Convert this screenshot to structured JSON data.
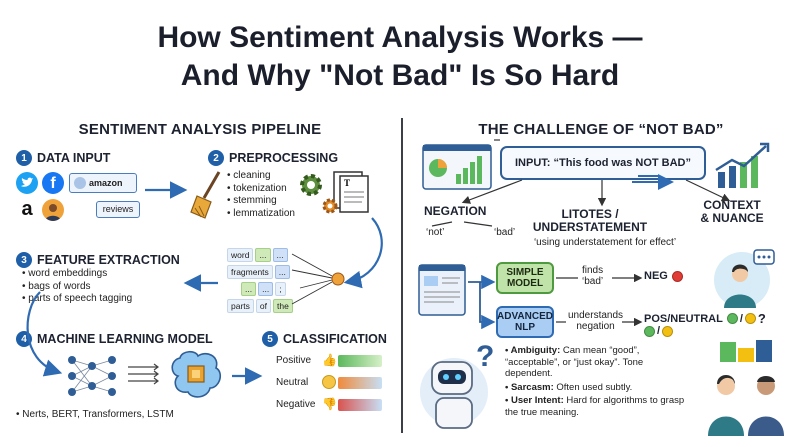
{
  "title_line1": "How Sentiment Analysis Works —",
  "title_line2": "And Why \"Not Bad\" Is So Hard",
  "left": {
    "heading": "SENTIMENT ANALYSIS PIPELINE",
    "steps": [
      {
        "num": "1",
        "label": "DATA INPUT"
      },
      {
        "num": "2",
        "label": "PREPROCESSING"
      },
      {
        "num": "3",
        "label": "FEATURE EXTRACTION"
      },
      {
        "num": "4",
        "label": "MACHINE LEARNING MODEL"
      },
      {
        "num": "5",
        "label": "CLASSIFICATION"
      }
    ],
    "data_chips": {
      "amazon": "amazon",
      "reviews": "reviews"
    },
    "preprocessing_items": [
      "cleaning",
      "tokenization",
      "stemming",
      "lemmatization"
    ],
    "feature_items": [
      "word embeddings",
      "bags of words",
      "parts of speech tagging"
    ],
    "tokens": {
      "r1": [
        "word",
        "...",
        "..."
      ],
      "r2": [
        "fragments",
        "..."
      ],
      "r3": [
        "...",
        "...",
        ";"
      ],
      "r4": [
        "parts",
        "of",
        "the"
      ]
    },
    "model_caption": "• Nerts, BERT, Transformers, LSTM",
    "classes": [
      {
        "label": "Positive",
        "color": "#5cb85c"
      },
      {
        "label": "Neutral",
        "color": "#f0ad4e"
      },
      {
        "label": "Negative",
        "color": "#d9534f"
      }
    ]
  },
  "right": {
    "heading": "THE CHALLENGE OF “NOT BAD”",
    "input_label": "INPUT: “This food was NOT BAD”",
    "negation": "NEGATION",
    "not_word": "‘not’",
    "bad_word": "‘bad’",
    "litotes_line1": "LITOTES /",
    "litotes_line2": "UNDERSTATEMENT",
    "litotes_desc": "‘using understatement for effect’",
    "context_line1": "CONTEXT",
    "context_line2": "& NUANCE",
    "simple_model_line1": "SIMPLE",
    "simple_model_line2": "MODEL",
    "simple_finds_line1": "finds",
    "simple_finds_line2": "‘bad’",
    "neg_result": "NEG",
    "advanced_line1": "ADVANCED",
    "advanced_line2": "NLP",
    "advanced_desc_line1": "understands",
    "advanced_desc_line2": "negation",
    "pos_result": "POS/NEUTRAL",
    "slash": "/",
    "qmark": "?",
    "notes": [
      {
        "key": "Ambiguity:",
        "text": " Can mean “good”, “acceptable”, or “just okay”. Tone dependent."
      },
      {
        "key": "Sarcasm:",
        "text": " Often used subtly."
      },
      {
        "key": "User Intent:",
        "text": " Hard for algorithms to grasp the true meaning."
      }
    ],
    "colors": {
      "neg": "#e03b35",
      "pos": "#5cb85c",
      "neutral": "#f3c012"
    }
  }
}
